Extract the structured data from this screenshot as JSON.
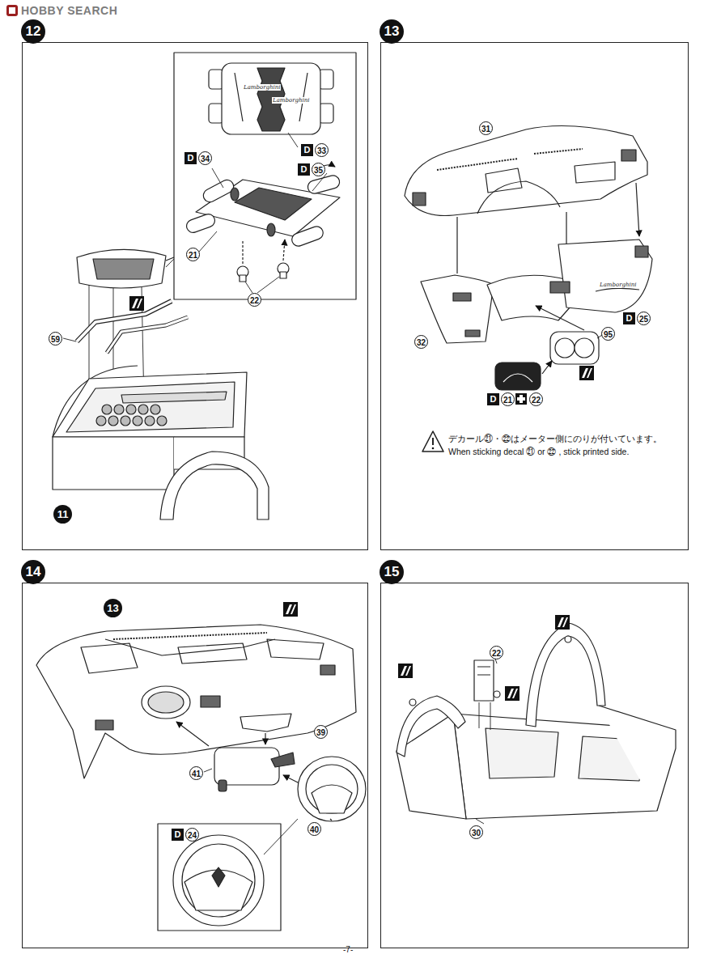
{
  "diagram": {
    "nodes": [
      {
        "text": [
          "12"
        ]
      },
      {
        "text": [
          "13"
        ]
      },
      {
        "text": [
          "14"
        ]
      },
      {
        "text": [
          "15"
        ]
      }
    ],
    "labels": [
      "HOBBY SEARCH",
      "Lamborghini",
      "Lamborghini",
      "D",
      "33",
      "D",
      "34",
      "D",
      "35",
      "21",
      "22",
      "59",
      "11",
      "31",
      "32",
      "Lamborghini",
      "D",
      "25",
      "95",
      "D",
      "21",
      "22",
      "デカール㉑・㉒はメーター側にのりが付いています。",
      "When sticking decal ㉑ or ㉒ , stick printed side.",
      "13",
      "39",
      "41",
      "40",
      "D",
      "24",
      "22",
      "30",
      "-7-"
    ]
  }
}
